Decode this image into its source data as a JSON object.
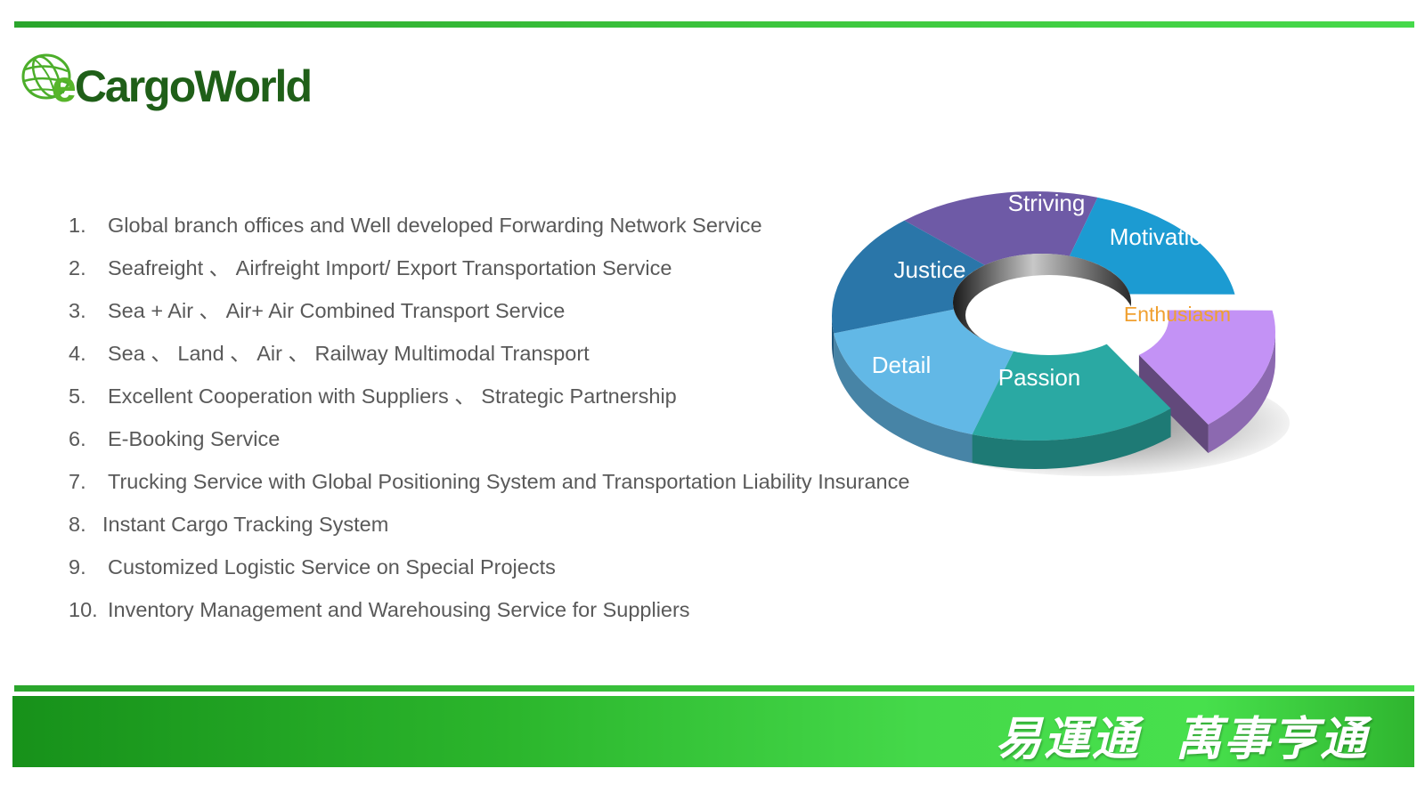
{
  "brand": {
    "logo_text_prefix": "e",
    "logo_text_rest": "CargoWorld",
    "primary_green": "#2aa52c",
    "dark_green": "#1f5f18"
  },
  "services": [
    {
      "num": "1.",
      "text": "Global branch offices and Well developed Forwarding Network Service"
    },
    {
      "num": "2.",
      "text": "Seafreight 、 Airfreight Import/ Export Transportation Service"
    },
    {
      "num": "3.",
      "text": "Sea + Air 、 Air+ Air Combined Transport Service"
    },
    {
      "num": "4.",
      "text": "Sea 、 Land 、 Air 、 Railway Multimodal Transport"
    },
    {
      "num": "5.",
      "text": "Excellent Cooperation with Suppliers 、 Strategic Partnership"
    },
    {
      "num": "6.",
      "text": "E-Booking Service"
    },
    {
      "num": "7.",
      "text": "Trucking Service with Global Positioning System and Transportation Liability Insurance"
    },
    {
      "num": "8.",
      "text": "Instant Cargo Tracking System"
    },
    {
      "num": "9.",
      "text": "Customized Logistic Service on Special Projects"
    },
    {
      "num": "10.",
      "text": "Inventory Management and Warehousing Service for Suppliers"
    }
  ],
  "values_wheel": {
    "segments": [
      {
        "label": "Striving",
        "color": "#6e5aa6"
      },
      {
        "label": "Motivation",
        "color": "#1c9bd2"
      },
      {
        "label": "Enthusiasm",
        "color": "#c392f5",
        "label_color": "#f0a030"
      },
      {
        "label": "Passion",
        "color": "#2aa9a3"
      },
      {
        "label": "Detail",
        "color": "#62b8e6"
      },
      {
        "label": "Justice",
        "color": "#2a76a9"
      }
    ]
  },
  "footer": {
    "slogan": "易運通  萬事亨通"
  }
}
